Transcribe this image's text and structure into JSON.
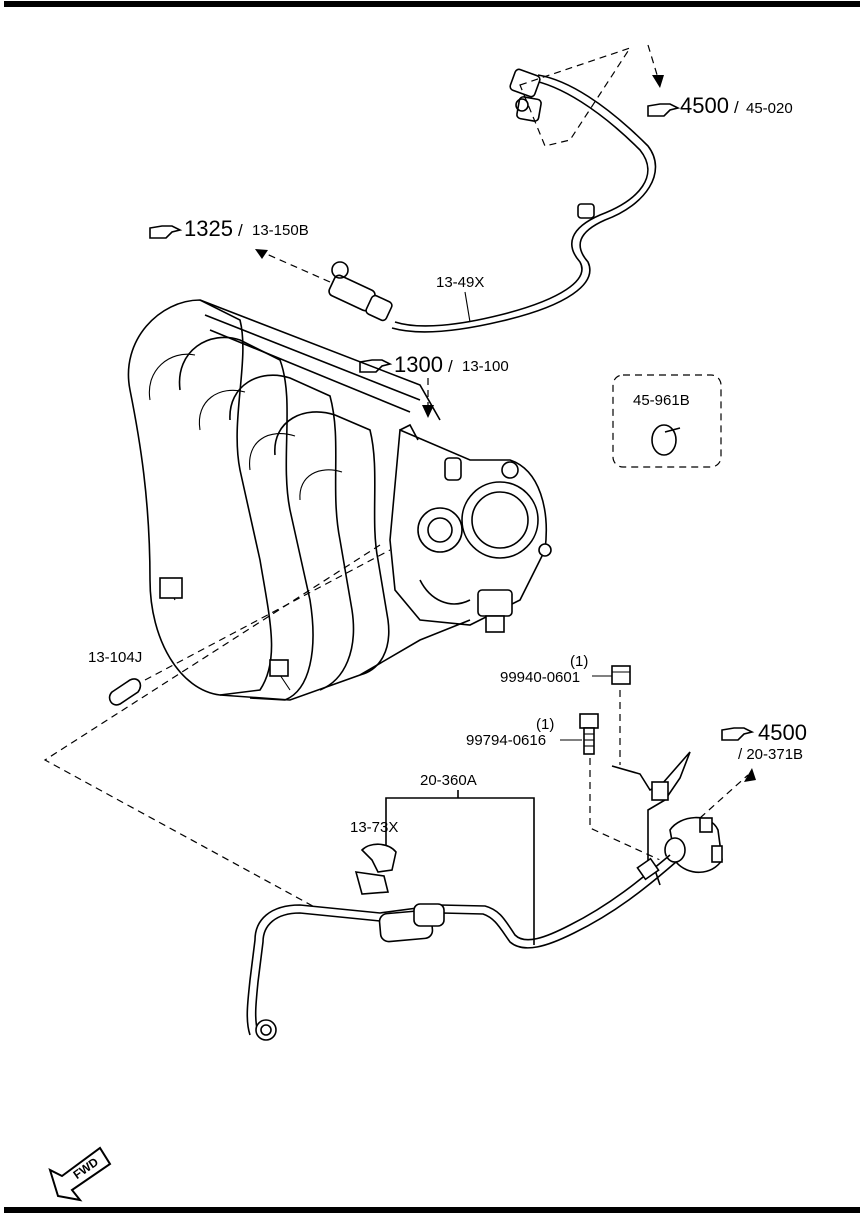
{
  "refs": [
    {
      "id": "ref-4500-45020",
      "main": "4500",
      "sub": "45-020"
    },
    {
      "id": "ref-1325",
      "main": "1325",
      "sub": "13-150B"
    },
    {
      "id": "ref-1300",
      "main": "1300",
      "sub": "13-100"
    },
    {
      "id": "ref-4500-20371",
      "main": "4500",
      "sub": "/ 20-371B"
    }
  ],
  "parts": {
    "hose_upper": "13-49X",
    "cap": "45-961B",
    "plug": "13-104J",
    "nut": "99940-0601",
    "nut_qty": "(1)",
    "bolt": "99794-0616",
    "bolt_qty": "(1)",
    "hose_lower": "20-360A",
    "clip": "13-73X"
  },
  "fwd_label": "FWD"
}
